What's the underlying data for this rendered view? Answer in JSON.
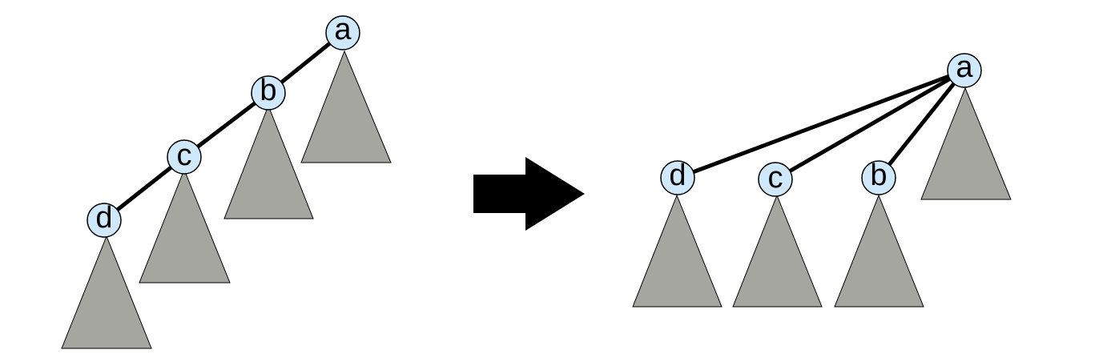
{
  "before": {
    "nodes": [
      {
        "id": "a",
        "label": "a"
      },
      {
        "id": "b",
        "label": "b"
      },
      {
        "id": "c",
        "label": "c"
      },
      {
        "id": "d",
        "label": "d"
      }
    ],
    "edges": [
      [
        "a",
        "b"
      ],
      [
        "b",
        "c"
      ],
      [
        "c",
        "d"
      ]
    ],
    "subtrees": [
      "a",
      "b",
      "c",
      "d"
    ]
  },
  "after": {
    "nodes": [
      {
        "id": "a",
        "label": "a"
      },
      {
        "id": "b",
        "label": "b"
      },
      {
        "id": "c",
        "label": "c"
      },
      {
        "id": "d",
        "label": "d"
      }
    ],
    "edges": [
      [
        "a",
        "d"
      ],
      [
        "a",
        "c"
      ],
      [
        "a",
        "b"
      ]
    ],
    "subtrees": [
      "a",
      "b",
      "c",
      "d"
    ]
  },
  "colors": {
    "node_fill": "#cfe8fb",
    "subtree_fill": "#a6a6a0",
    "edge": "#000000",
    "arrow": "#000000"
  }
}
